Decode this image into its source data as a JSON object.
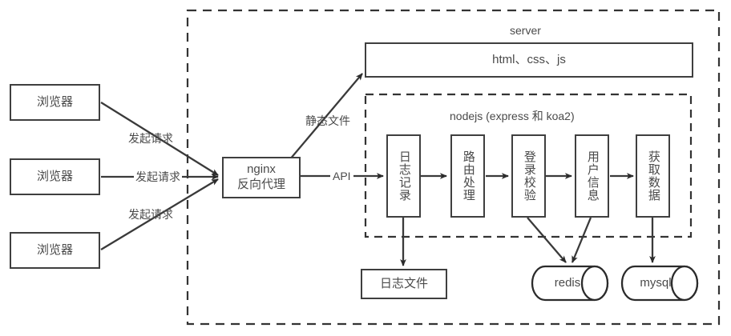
{
  "diagram": {
    "title": "web architecture diagram",
    "colors": {
      "stroke": "#3f3f3f",
      "text": "#4a4a4a",
      "background": "#ffffff",
      "dashed_border": "#333333"
    },
    "clients": {
      "boxes": [
        {
          "label": "浏览器"
        },
        {
          "label": "浏览器"
        },
        {
          "label": "浏览器"
        }
      ],
      "edge_labels": [
        "发起请求",
        "发起请求",
        "发起请求"
      ]
    },
    "proxy": {
      "line1": "nginx",
      "line2": "反向代理"
    },
    "edges": {
      "static_files": "静态文件",
      "api": "API"
    },
    "server": {
      "title": "server",
      "static_box": "html、css、js",
      "nodejs": {
        "title": "nodejs (express 和 koa2)",
        "middlewares": [
          {
            "label": "日志记录"
          },
          {
            "label": "路由处理"
          },
          {
            "label": "登录校验"
          },
          {
            "label": "用户信息"
          },
          {
            "label": "获取数据"
          }
        ]
      },
      "stores": {
        "log_file": "日志文件",
        "cache": "redis",
        "database": "mysql"
      }
    }
  }
}
